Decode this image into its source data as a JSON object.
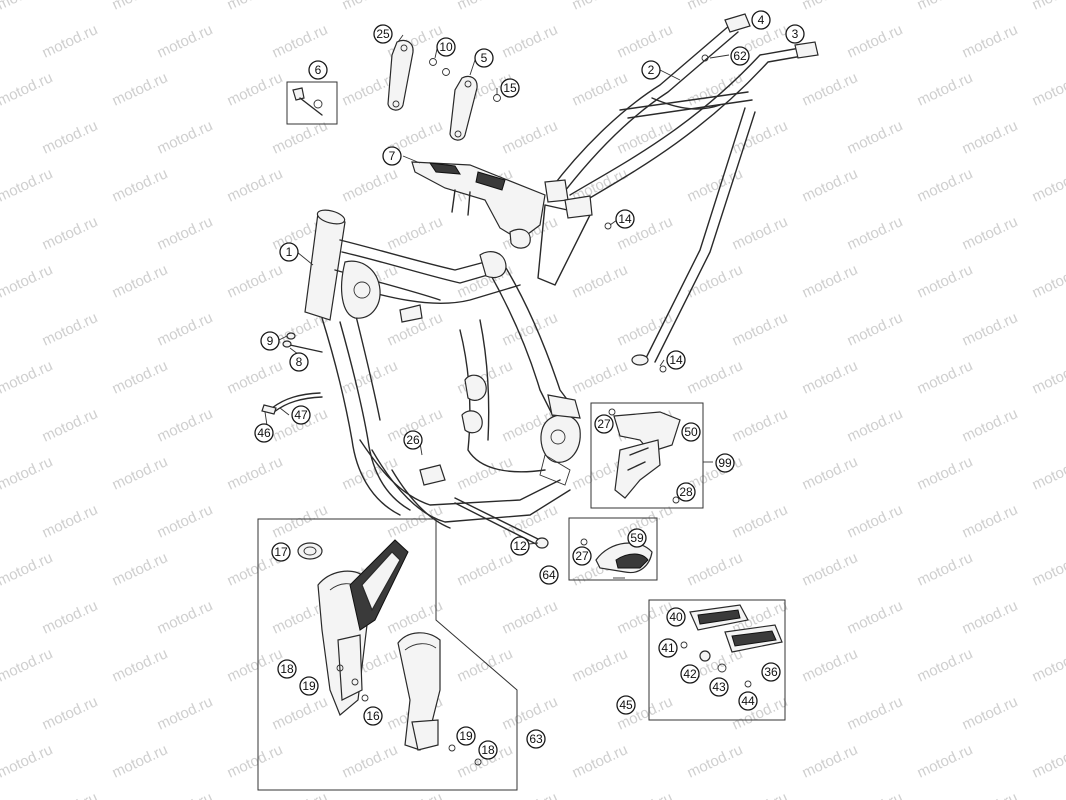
{
  "watermark": {
    "text": "motod.ru",
    "color": "#cfcfcf"
  },
  "callouts": [
    "1",
    "2",
    "3",
    "4",
    "5",
    "6",
    "7",
    "8",
    "9",
    "10",
    "12",
    "14",
    "14",
    "15",
    "16",
    "17",
    "18",
    "18",
    "19",
    "19",
    "25",
    "26",
    "27",
    "27",
    "28",
    "36",
    "40",
    "41",
    "42",
    "43",
    "44",
    "45",
    "46",
    "47",
    "50",
    "59",
    "62",
    "63",
    "64",
    "99"
  ]
}
